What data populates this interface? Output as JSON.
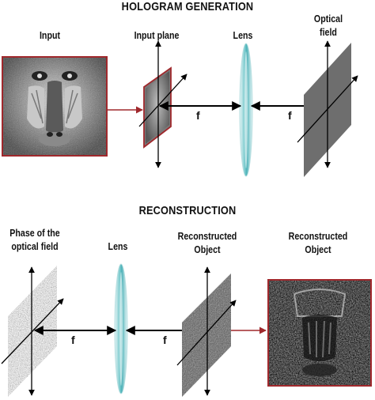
{
  "top_section": {
    "title": "HOLOGRAM GENERATION",
    "labels": {
      "input": "Input",
      "input_plane": "Input plane",
      "lens": "Lens",
      "optical_field_line1": "Optical",
      "optical_field_line2": "field"
    },
    "distance_label": "f"
  },
  "bottom_section": {
    "title": "RECONSTRUCTION",
    "labels": {
      "phase_line1": "Phase of the",
      "phase_line2": "optical field",
      "lens": "Lens",
      "reconstructed_line1": "Reconstructed",
      "reconstructed_line2": "Object",
      "output_line1": "Reconstructed",
      "output_line2": "Object"
    },
    "distance_label": "f"
  },
  "colors": {
    "frame_red": "#a0282c",
    "lens_cyan": "#6cc4c8",
    "plane_gray": "#6e6e6e"
  }
}
